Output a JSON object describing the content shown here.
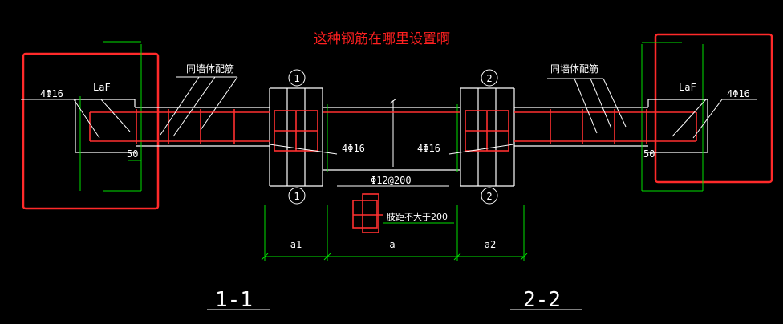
{
  "question": "这种钢筋在哪里设置啊",
  "labels": {
    "same_wall_left": "同墙体配筋",
    "same_wall_right": "同墙体配筋",
    "rebar_4phi16": "4Φ16",
    "laf": "LaF",
    "fifty": "50",
    "stirrup": "Φ12@200",
    "spacing_note": "肢距不大于200",
    "a1": "a1",
    "a": "a",
    "a2": "a2",
    "section_1": "1-1",
    "section_2": "2-2",
    "mark_1": "1",
    "mark_2": "2"
  },
  "colors": {
    "background": "#000000",
    "question_text": "#ff2020",
    "highlight_box": "#ff2a2a",
    "rebar": "#ff3030",
    "outline": "#ffffff",
    "dimension": "#00e000",
    "leader": "#ffffff"
  }
}
